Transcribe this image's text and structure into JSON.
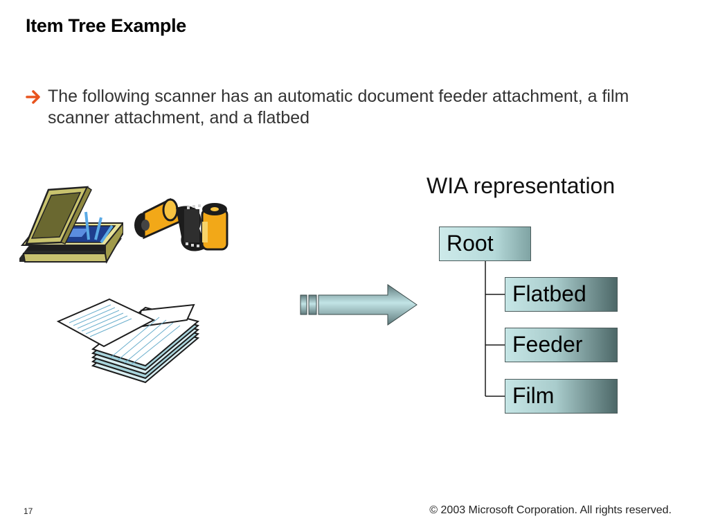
{
  "slide": {
    "title": "Item Tree Example",
    "bullet_text": "The following scanner has an automatic document feeder attachment, a film scanner attachment, and a flatbed",
    "page_number": "17",
    "copyright": "© 2003 Microsoft Corporation. All rights reserved."
  },
  "diagram": {
    "heading": "WIA representation",
    "root_label": "Root",
    "children": [
      "Flatbed",
      "Feeder",
      "Film"
    ]
  },
  "colors": {
    "bullet_arrow": "#e8541e",
    "node_fill_light": "#c6e6e6",
    "node_fill_dark": "#4d6868"
  },
  "icons": [
    "arrow-right-icon",
    "flatbed-scanner-icon",
    "film-rolls-icon",
    "document-stack-icon",
    "large-arrow-icon"
  ]
}
